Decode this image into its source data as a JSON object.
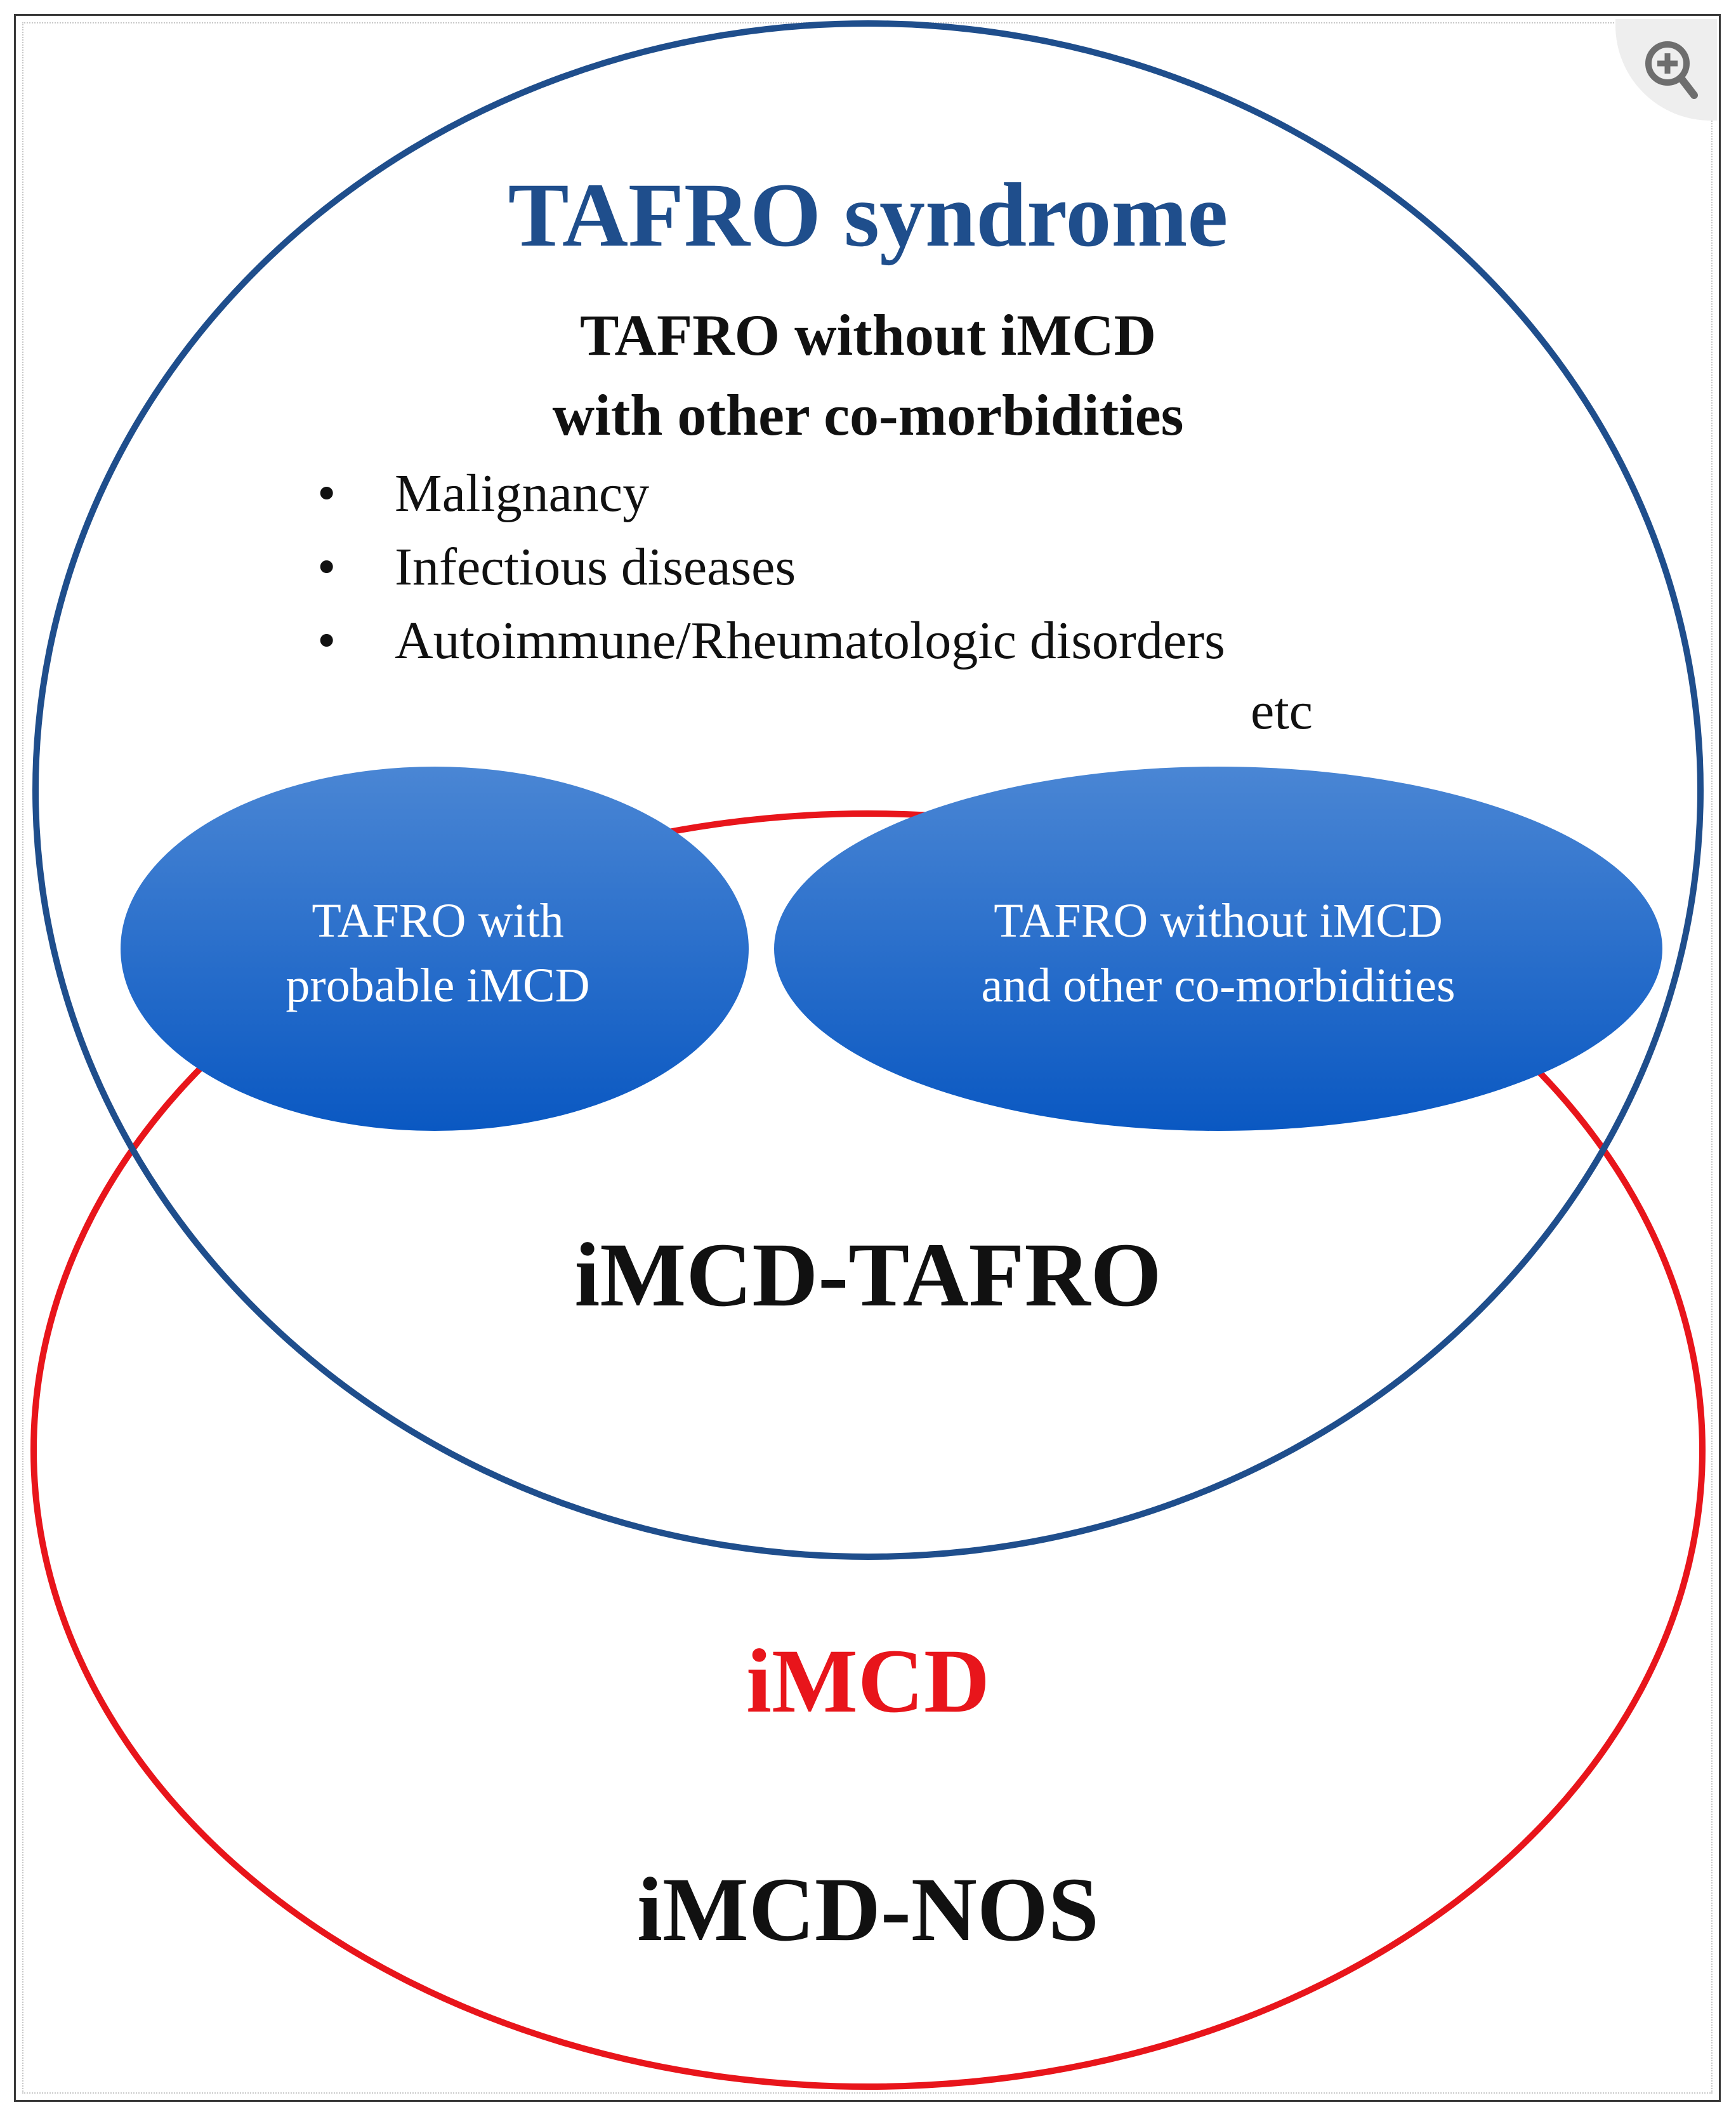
{
  "colors": {
    "tafro_circle": "#1f4e8c",
    "imcd_circle": "#e8151b",
    "bubble_top": "#4a86d4",
    "bubble_bottom": "#0a58c2",
    "imcd_label": "#e8151b",
    "tafro_title": "#1f4e8c"
  },
  "icons": {
    "zoom": "zoom-in-icon"
  },
  "tafro_region": {
    "title": "TAFRO syndrome",
    "heading_line_1": "TAFRO without iMCD",
    "heading_line_2": "with other co-morbidities",
    "comorbidities": [
      "Malignancy",
      "Infectious diseases",
      "Autoimmune/Rheumatologic disorders"
    ],
    "etc": "etc"
  },
  "bubbles": {
    "left": {
      "line_1": "TAFRO with",
      "line_2": "probable iMCD"
    },
    "right": {
      "line_1": "TAFRO without iMCD",
      "line_2": "and other co-morbidities"
    }
  },
  "overlap_label": "iMCD-TAFRO",
  "imcd_region": {
    "title": "iMCD",
    "subtype": "iMCD-NOS"
  }
}
